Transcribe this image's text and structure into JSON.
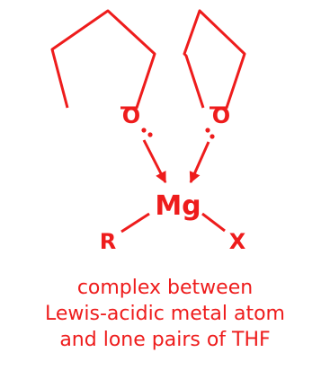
{
  "colors": {
    "primary": "#ee1c1c"
  },
  "atoms": {
    "oxygen_left": "O",
    "oxygen_right": "O",
    "metal": "Mg",
    "substituent_r": "R",
    "substituent_x": "X"
  },
  "caption": {
    "line1": "complex between",
    "line2": "Lewis-acidic metal atom",
    "line3": "and lone pairs of THF"
  }
}
